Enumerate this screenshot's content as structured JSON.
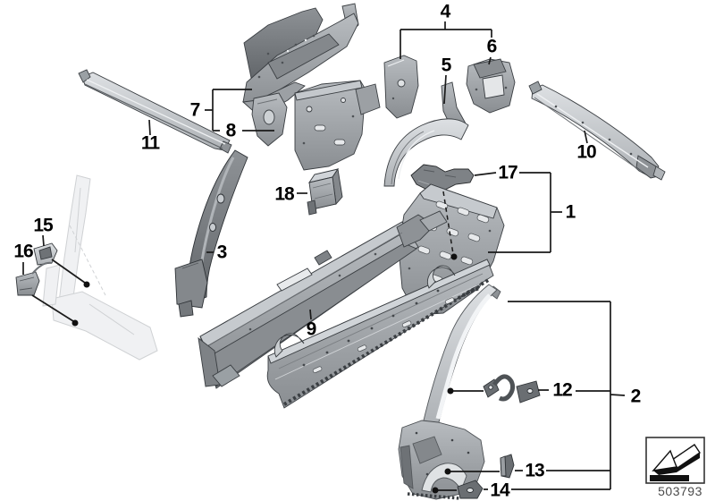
{
  "diagram": {
    "type": "exploded-parts-view",
    "description": "Body side frame single components exploded diagram",
    "callouts": [
      "1",
      "2",
      "3",
      "4",
      "5",
      "6",
      "7",
      "8",
      "9",
      "10",
      "11",
      "12",
      "13",
      "14",
      "15",
      "16",
      "17",
      "18"
    ]
  },
  "footer": {
    "diagram_number": "503793",
    "direction_icon": "direction-arrow-icon"
  },
  "colors": {
    "background": "#ffffff",
    "line": "#1a1a1a",
    "callout_text": "#000000",
    "diagram_number_text": "#4a4a4a",
    "metal_light": "#d6d9dc",
    "metal_mid": "#a6aaae",
    "metal_dark": "#74787c",
    "ghost_part": "#e2e5e8"
  }
}
